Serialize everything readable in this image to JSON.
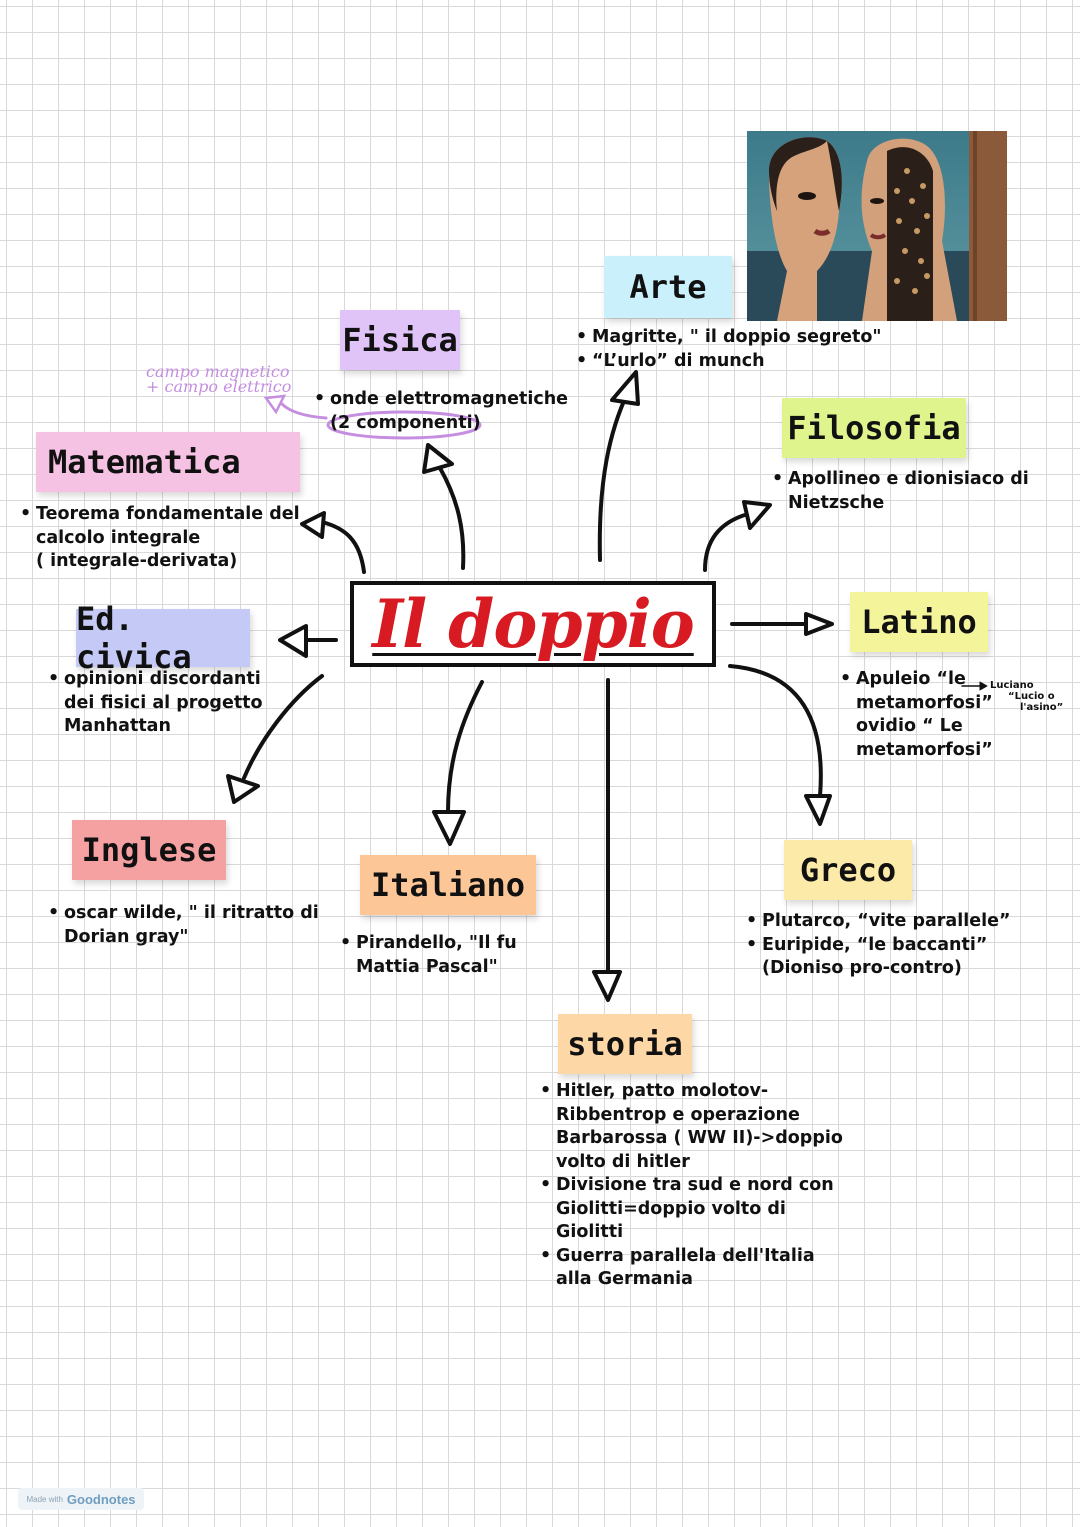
{
  "title": "Il doppio",
  "subjects": {
    "arte": {
      "label": "Arte",
      "color": "#c9f0fb",
      "notes": [
        "Magritte, \" il doppio segreto\"",
        "“L’urlo” di munch"
      ]
    },
    "fisica": {
      "label": "Fisica",
      "color": "#e0c3f7",
      "notes": [
        "onde elettromagnetiche",
        "(2 componenti)"
      ],
      "annotation": [
        "campo magnetico",
        "+ campo elettrico"
      ]
    },
    "filosofia": {
      "label": "Filosofia",
      "color": "#dff48d",
      "notes": [
        "Apollineo e dionisiaco di",
        "Nietzsche"
      ]
    },
    "matematica": {
      "label": "Matematica",
      "color": "#f6c2e4",
      "notes": [
        "Teorema fondamentale del",
        "calcolo integrale",
        "( integrale-derivata)"
      ]
    },
    "latino": {
      "label": "Latino",
      "color": "#f4f59a",
      "notes": [
        "Apuleio “le",
        "metamorfosi”",
        "ovidio “ Le",
        "metamorfosi”"
      ],
      "side_note": [
        "Luciano",
        "“Lucio o",
        "l'asino”"
      ]
    },
    "edcivica": {
      "label": "Ed. civica",
      "color": "#c5c9f5",
      "notes": [
        "opinioni discordanti",
        "dei fisici al progetto",
        "Manhattan"
      ]
    },
    "inglese": {
      "label": "Inglese",
      "color": "#f6a1a1",
      "notes": [
        "oscar wilde, \" il ritratto di",
        "Dorian gray\""
      ]
    },
    "italiano": {
      "label": "Italiano",
      "color": "#fcc697",
      "notes": [
        "Pirandello, \"Il fu",
        "Mattia Pascal\""
      ]
    },
    "greco": {
      "label": "Greco",
      "color": "#fbeaa8",
      "notes": [
        "Plutarco, “vite parallele”",
        "Euripide, “le baccanti”",
        "(Dioniso pro-contro)"
      ]
    },
    "storia": {
      "label": "storia",
      "color": "#fdd7a5",
      "notes": [
        "Hitler, patto molotov-",
        "Ribbentrop e operazione",
        "Barbarossa ( WW II)->doppio",
        "volto di hitler",
        "Divisione tra sud e nord con",
        "Giolitti=doppio volto di",
        "Giolitti",
        "Guerra parallela dell'Italia",
        "alla Germania"
      ]
    }
  },
  "footer": {
    "made_with": "Made with",
    "brand": "Goodnotes"
  },
  "colors": {
    "title": "#d81a22",
    "ink": "#111111",
    "annotation": "#c58ee0"
  }
}
